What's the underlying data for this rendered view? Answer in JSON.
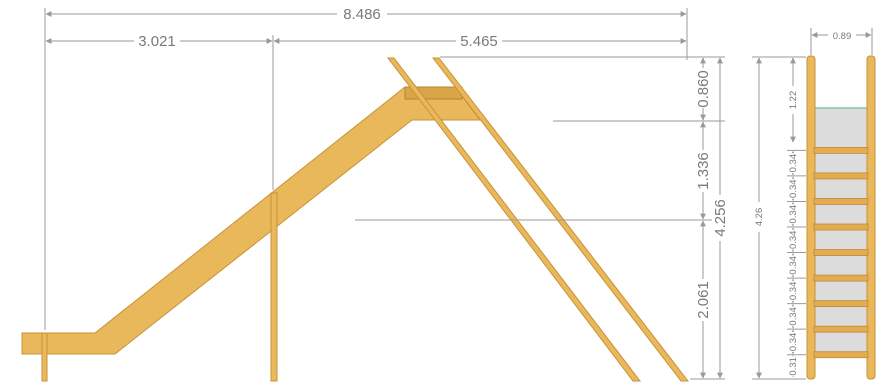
{
  "side_view": {
    "overall_width": "8.486",
    "slide_run": "3.021",
    "ladder_run": "5.465",
    "top_rise": "0.860",
    "mid_rise": "1.336",
    "bottom_rise": "2.061",
    "total_height": "4.256"
  },
  "end_view": {
    "width": "0.89",
    "height": "4.26",
    "top_gap": "1.22",
    "rung_spacing": [
      "0.34",
      "0.34",
      "0.34",
      "0.34",
      "0.34",
      "0.34",
      "0.34",
      "0.34",
      "0.31"
    ]
  },
  "colors": {
    "wood": "#e8b85a",
    "wood_edge": "#c8923a",
    "dimension": "#9a9a9a",
    "panel": "#dcdcdc",
    "panel_top": "#7fc8a0"
  }
}
